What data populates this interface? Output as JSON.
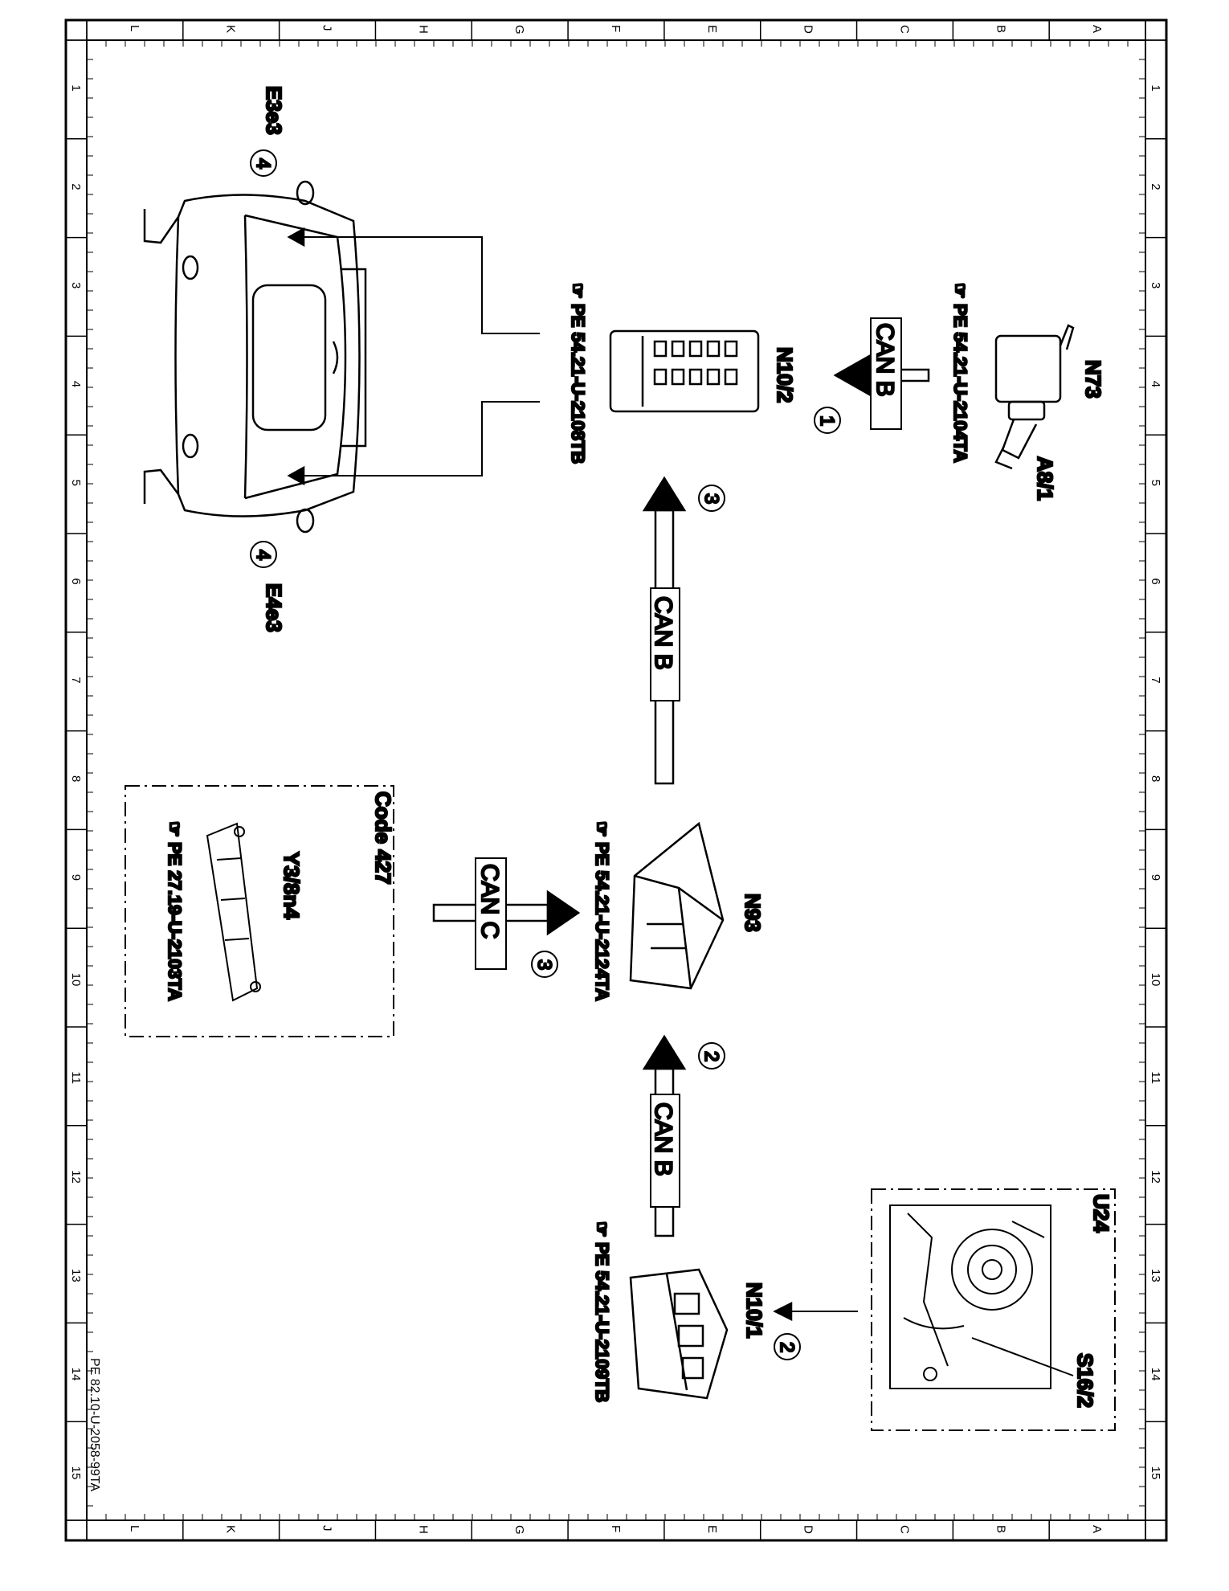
{
  "grid": {
    "letters": [
      "L",
      "K",
      "J",
      "H",
      "G",
      "F",
      "E",
      "D",
      "C",
      "B",
      "A"
    ],
    "numbers": [
      "1",
      "2",
      "3",
      "4",
      "5",
      "6",
      "7",
      "8",
      "9",
      "10",
      "11",
      "12",
      "13",
      "14",
      "15"
    ]
  },
  "doc_id": "PE 82.10-U-2058-99TA",
  "components": {
    "n73": "N73",
    "a81": "A8/1",
    "n102": "N10/2",
    "n93": "N93",
    "n101": "N10/1",
    "u24": "U24",
    "s162": "S16/2",
    "y38n4": "Y3/8n4",
    "code427": "Code 427",
    "e3e3": "E3e3",
    "e4e3": "E4e3"
  },
  "refs": {
    "n73": "PE 54.21-U-2104TA",
    "n102": "PE 54.21-U-2108TB",
    "n93": "PE 54.21-U-2124TA",
    "n101": "PE 54.21-U-2109TB",
    "y38n4": "PE 27.19-U-2103TA"
  },
  "buses": {
    "top": "CAN B",
    "middle": "CAN B",
    "lower": "CAN B",
    "left": "CAN C"
  },
  "steps": {
    "s1": "1",
    "s2a": "2",
    "s2b": "2",
    "s3a": "3",
    "s3b": "3",
    "s4a": "4",
    "s4b": "4"
  },
  "icons": [
    "pointing-hand-icon"
  ]
}
